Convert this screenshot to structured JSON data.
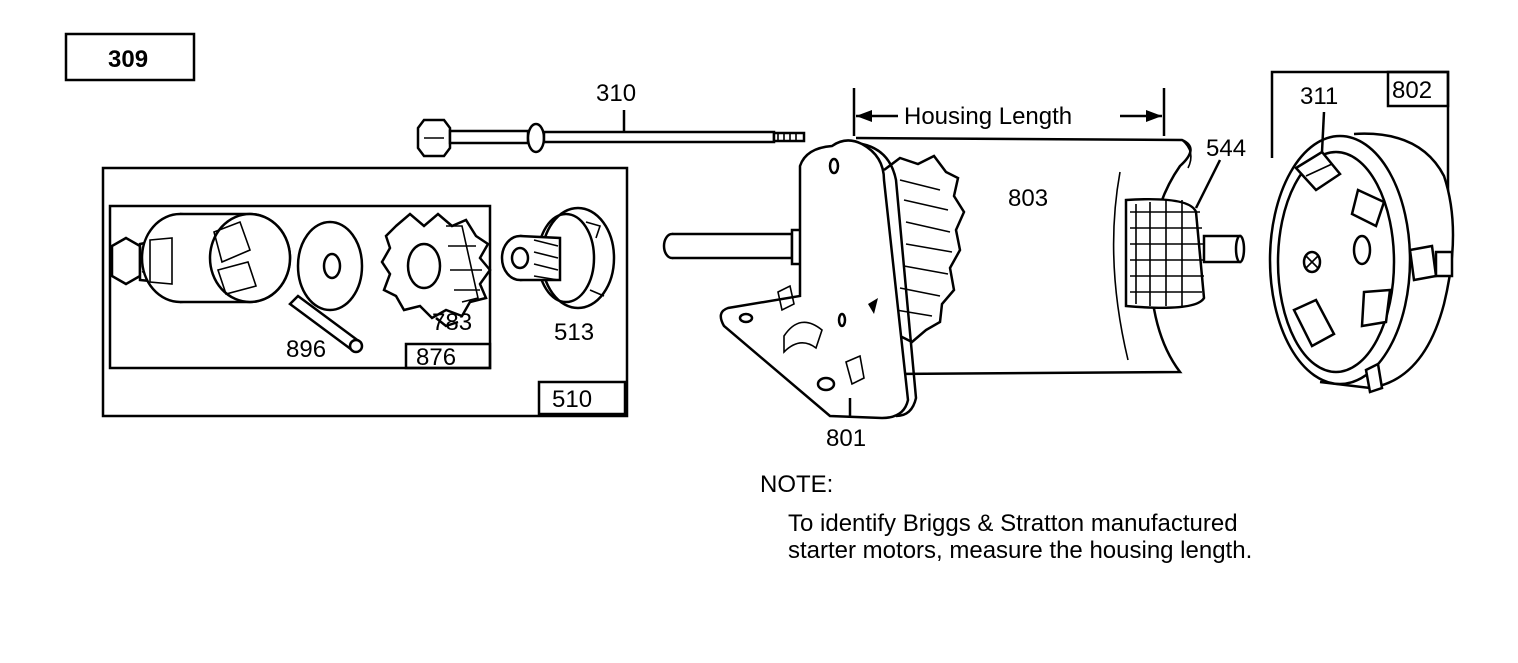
{
  "diagram": {
    "figure_number": "309",
    "housing_length_label": "Housing Length",
    "parts": {
      "p310": "310",
      "p311": "311",
      "p802": "802",
      "p544": "544",
      "p803": "803",
      "p801": "801",
      "p510": "510",
      "p876": "876",
      "p896": "896",
      "p783": "783",
      "p513": "513"
    },
    "note": {
      "heading": "NOTE:",
      "line1": "To identify Briggs & Stratton manufactured",
      "line2": "starter motors, measure the housing length."
    }
  }
}
